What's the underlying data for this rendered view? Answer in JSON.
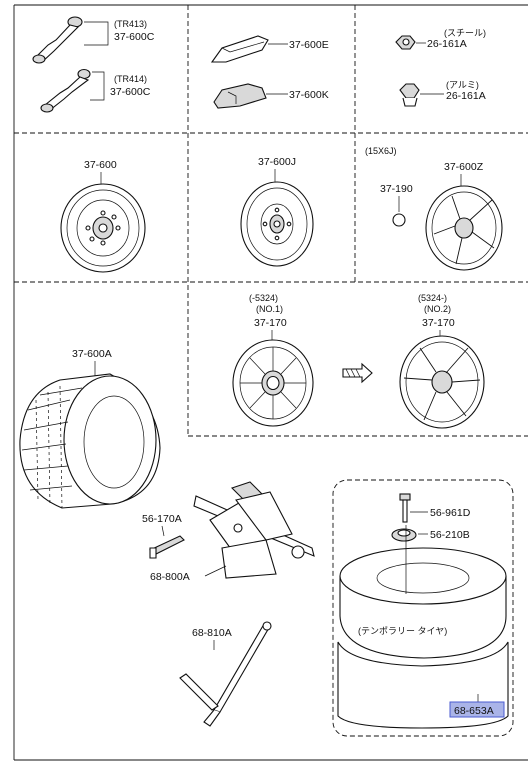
{
  "labels": {
    "tr413": "(TR413)",
    "valve_a": "37-600C",
    "tr414": "(TR414)",
    "valve_b": "37-600C",
    "weight_e": "37-600E",
    "weight_k": "37-600K",
    "nut_steel_note": "(スチール)",
    "nut_steel": "26-161A",
    "nut_alu_note": "(アルミ)",
    "nut_alu": "26-161A",
    "wheel_steel": "37-600",
    "wheel_spare": "37-600J",
    "size_note": "(15X6J)",
    "wheel_alloy": "37-600Z",
    "center_cap": "37-190",
    "cover1_range": "(-5324)",
    "cover1_no": "(NO.1)",
    "cover1": "37-170",
    "cover2_range": "(5324-)",
    "cover2_no": "(NO.2)",
    "cover2": "37-170",
    "tire": "37-600A",
    "handle": "56-170A",
    "jack": "68-800A",
    "wrench": "68-810A",
    "bolt": "56-961D",
    "clamp": "56-210B",
    "temp_tire_note": "(テンポラリー タイヤ)",
    "spare_cover": "68-653A"
  },
  "colors": {
    "highlight_fill": "#aab4e8",
    "highlight_border": "#4b5bd1",
    "line": "#111111"
  },
  "icons": [
    "tire-valve-icon",
    "balance-weight-icon",
    "lug-nut-icon",
    "steel-wheel-icon",
    "alloy-wheel-icon",
    "wheel-cover-icon",
    "tire-icon",
    "jack-icon",
    "lug-wrench-icon",
    "spare-tire-icon",
    "arrow-icon"
  ]
}
